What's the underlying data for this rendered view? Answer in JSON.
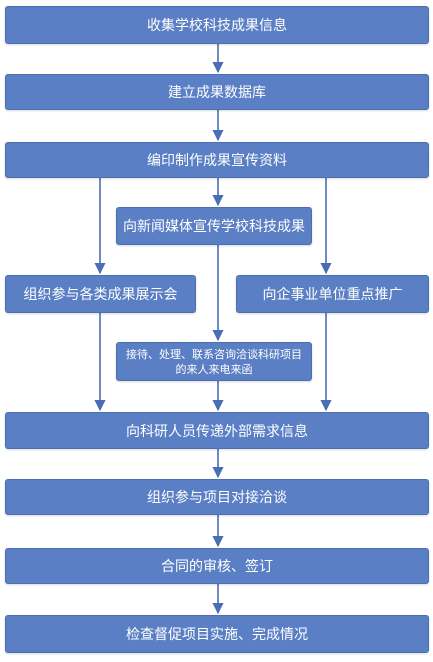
{
  "colors": {
    "box_fill": "#5b7fc4",
    "box_text": "#ffffff",
    "arrow": "#4a6db5"
  },
  "flow": {
    "step1": "收集学校科技成果信息",
    "step2": "建立成果数据库",
    "step3": "编印制作成果宣传资料",
    "step4_media": "向新闻媒体宣传学校科技成果",
    "step5_left": "组织参与各类成果展示会",
    "step5_right": "向企事业单位重点推广",
    "step6_line1": "接待、处理、联系咨询洽谈科研项目",
    "step6_line2": "的来人来电来函",
    "step7": "向科研人员传递外部需求信息",
    "step8": "组织参与项目对接洽谈",
    "step9": "合同的审核、签订",
    "step10": "检查督促项目实施、完成情况"
  }
}
